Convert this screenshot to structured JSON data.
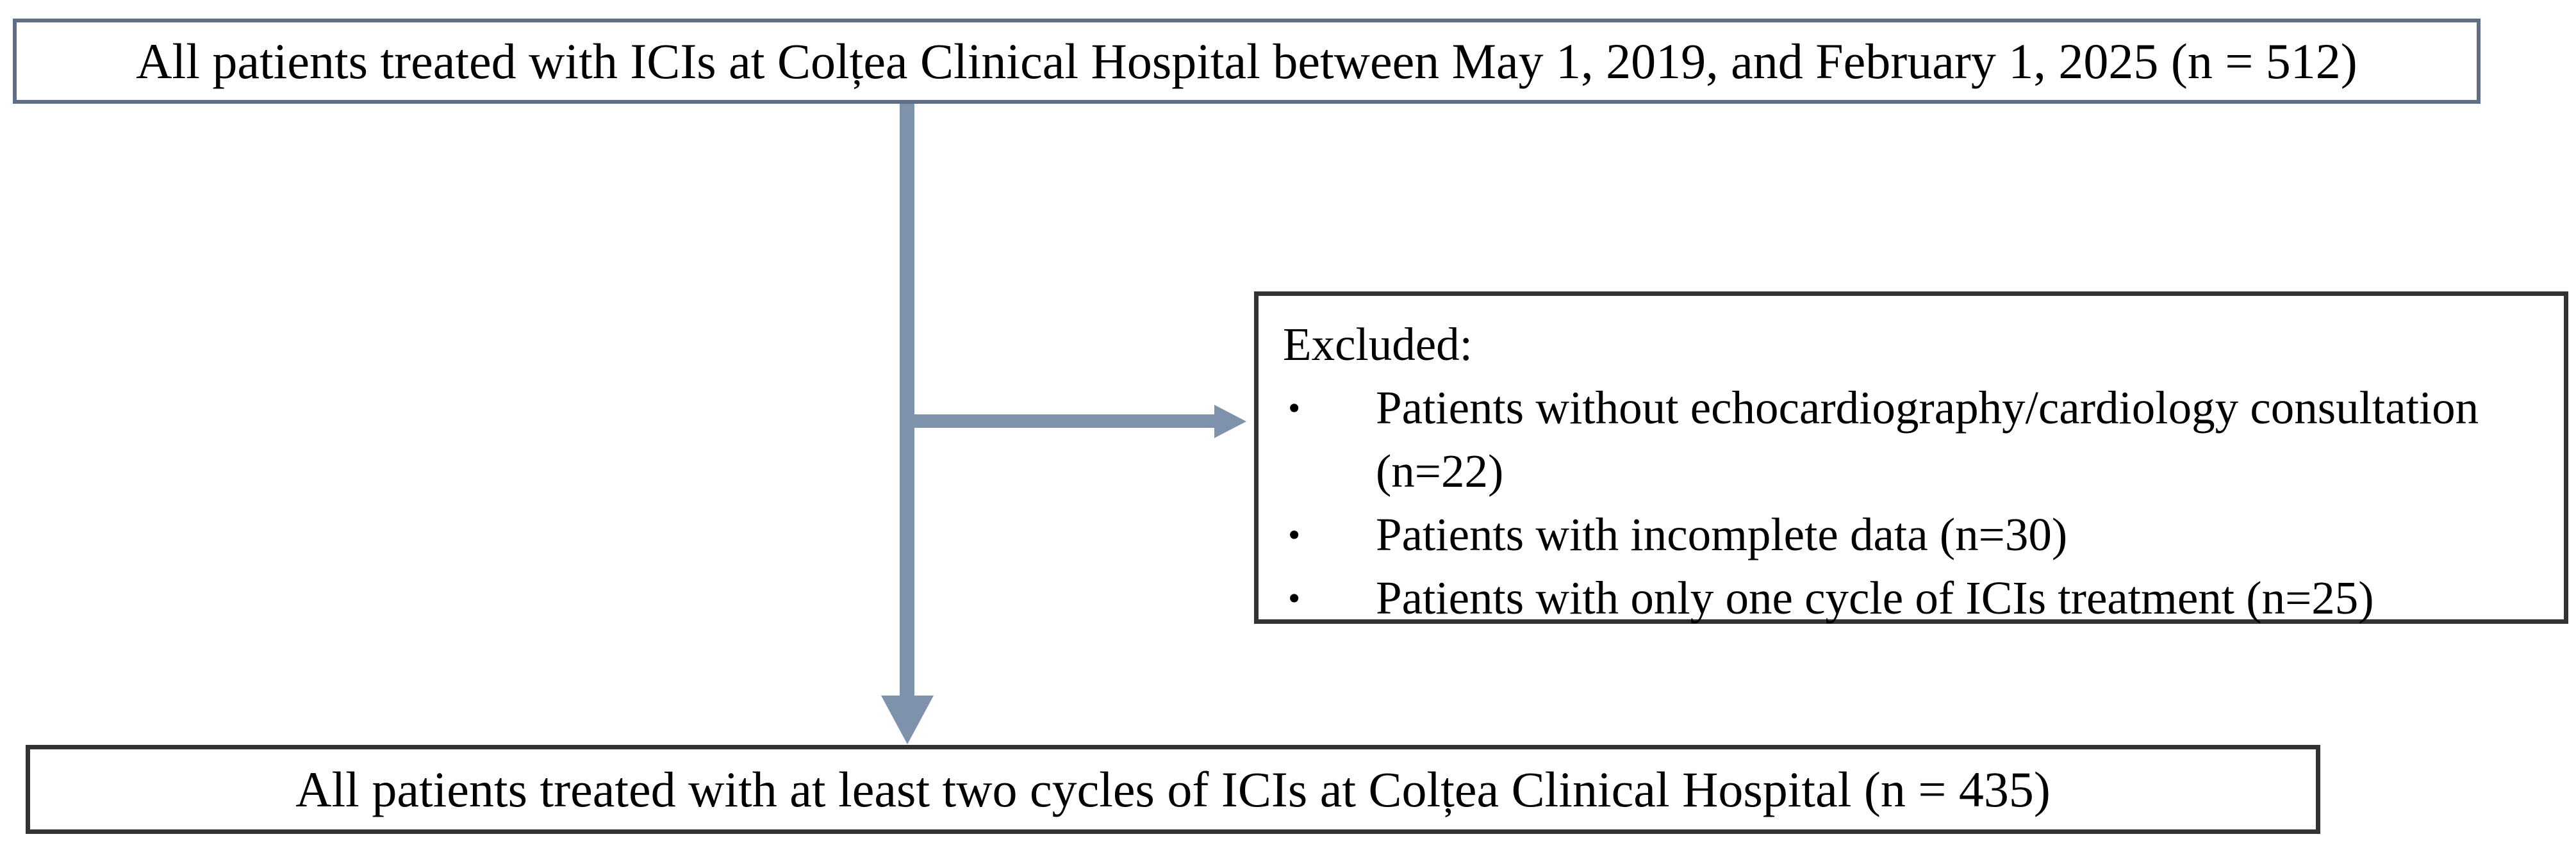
{
  "flow": {
    "top_box": {
      "text": "All patients treated with ICIs at Colțea Clinical Hospital between May 1, 2019, and February 1, 2025 (n = 512)"
    },
    "excluded": {
      "title": "Excluded:",
      "bullet": "•",
      "items": [
        "Patients without echocardiography/cardiology consultation (n=22)",
        "Patients with incomplete data (n=30)",
        "Patients with only one cycle of ICIs treatment (n=25)"
      ]
    },
    "bottom_box": {
      "text": "All patients treated with at least two cycles of ICIs at Colțea Clinical Hospital (n = 435)"
    },
    "colors": {
      "background": "#ffffff",
      "text": "#000000",
      "arrow": "#7f92ac",
      "top_box_border": "#5f6e85",
      "dark_box_border": "#333333"
    }
  }
}
